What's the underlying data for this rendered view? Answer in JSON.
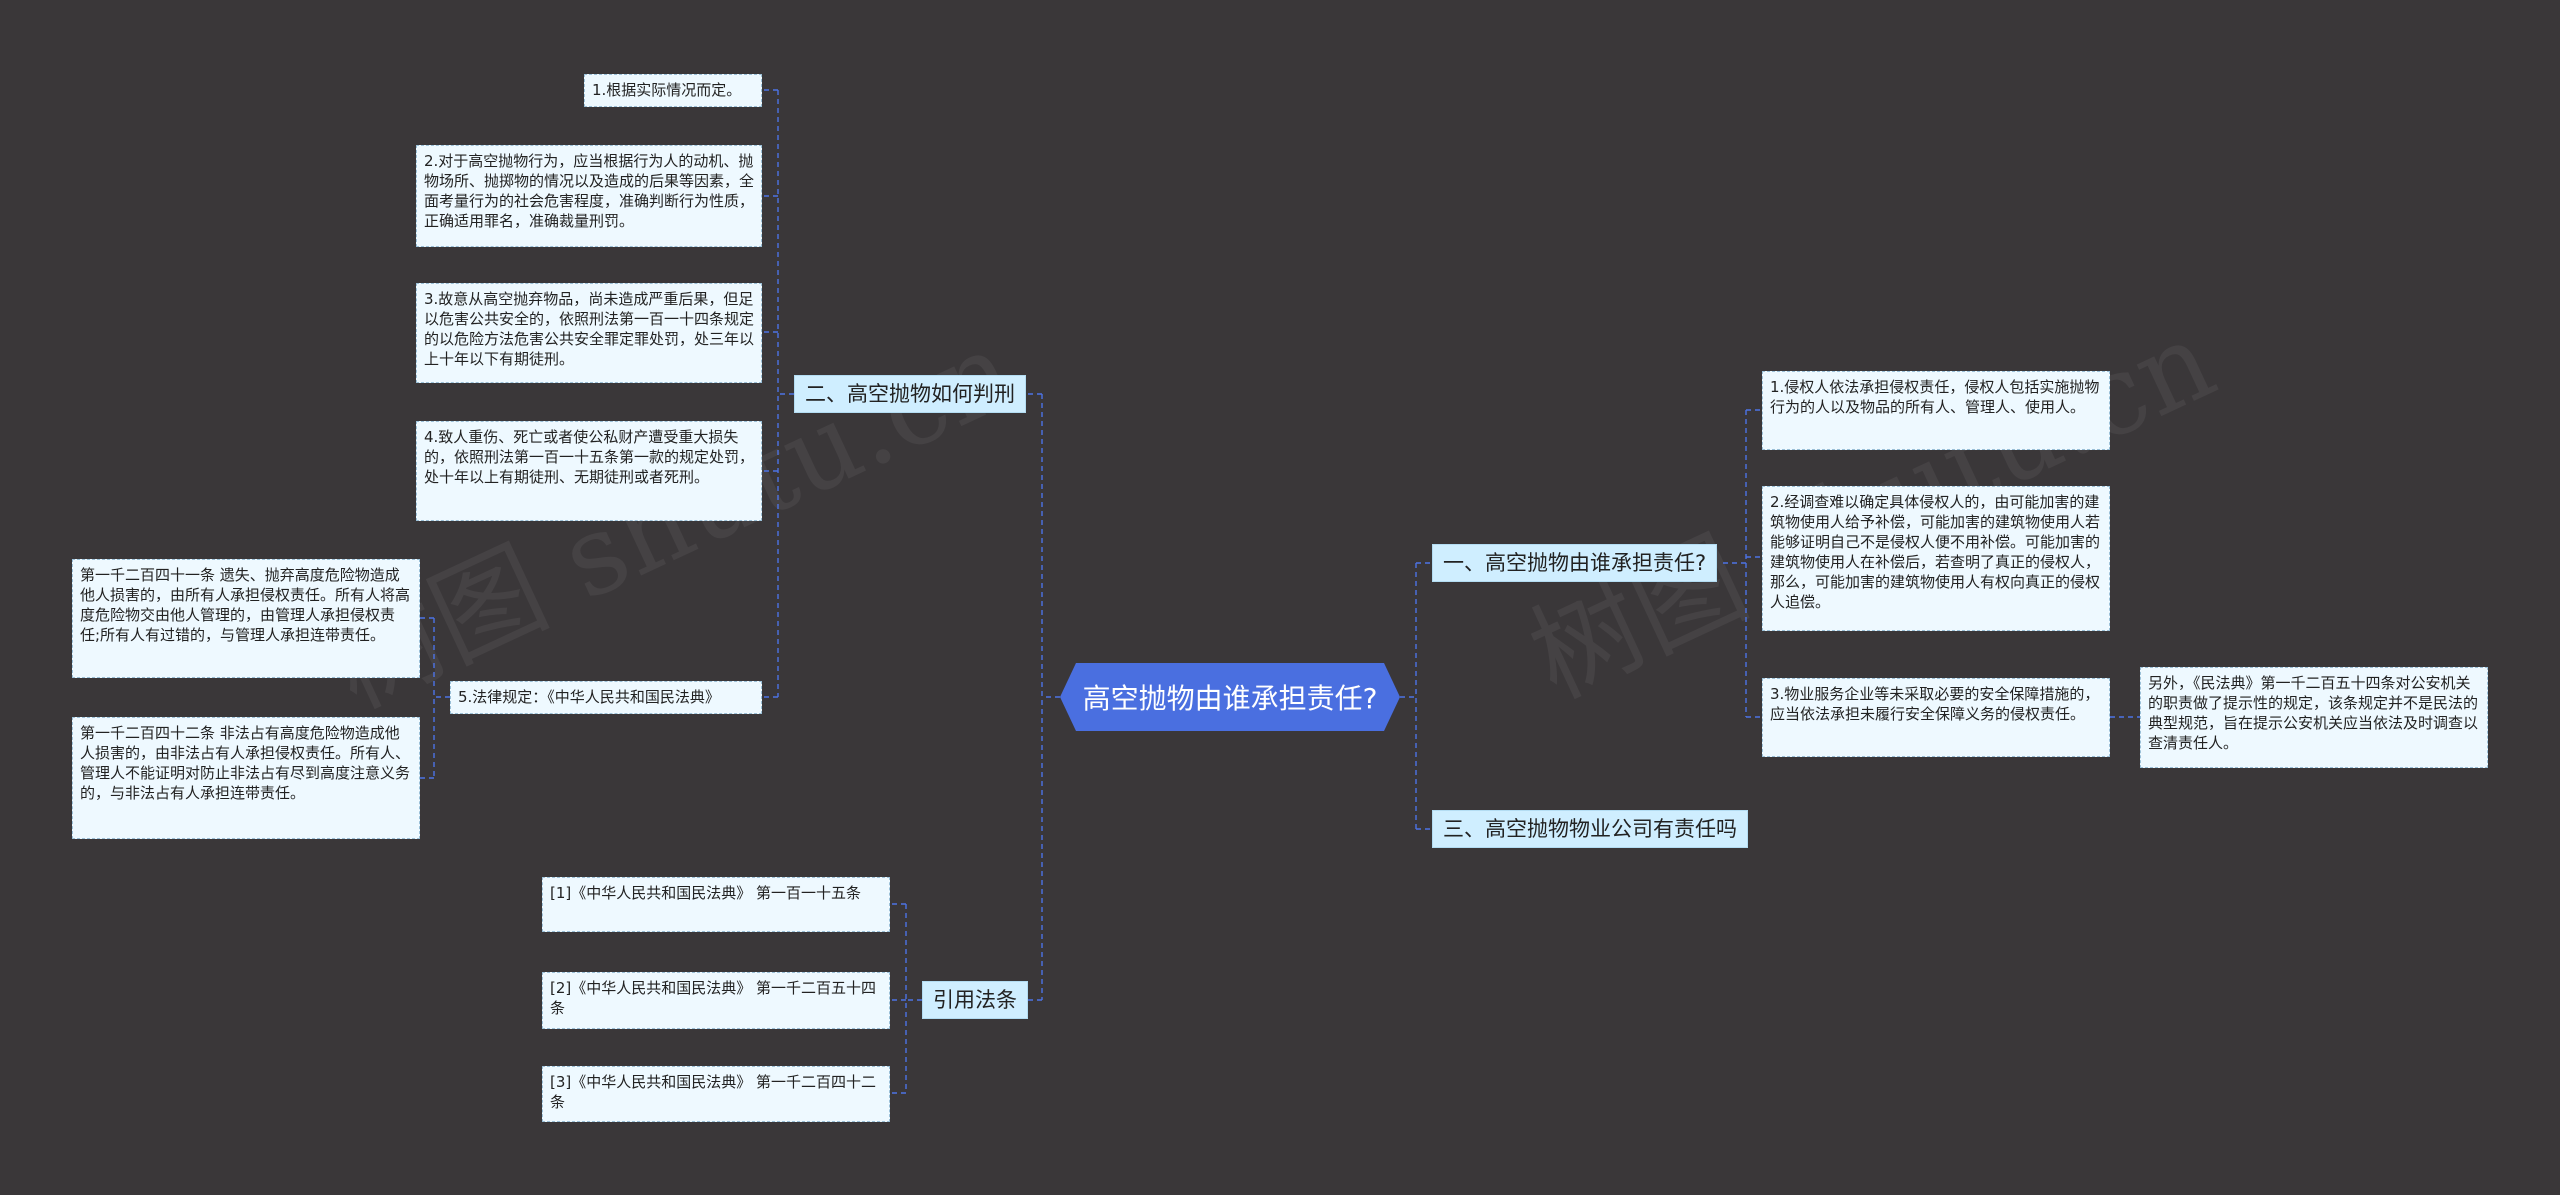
{
  "root": "高空抛物由谁承担责任?",
  "watermark": "树图 shutu.cn",
  "left_branches": {
    "b2": {
      "label": "二、高空抛物如何判刑",
      "items": [
        "1.根据实际情况而定。",
        "2.对于高空抛物行为，应当根据行为人的动机、抛物场所、抛掷物的情况以及造成的后果等因素，全面考量行为的社会危害程度，准确判断行为性质，正确适用罪名，准确裁量刑罚。",
        "3.故意从高空抛弃物品，尚未造成严重后果，但足以危害公共安全的，依照刑法第一百一十四条规定的以危险方法危害公共安全罪定罪处罚，处三年以上十年以下有期徒刑。",
        "4.致人重伤、死亡或者使公私财产遭受重大损失的，依照刑法第一百一十五条第一款的规定处罚，处十年以上有期徒刑、无期徒刑或者死刑。",
        "5.法律规定：《中华人民共和国民法典》"
      ],
      "law_children": [
        "第一千二百四十一条 遗失、抛弃高度危险物造成他人损害的，由所有人承担侵权责任。所有人将高度危险物交由他人管理的，由管理人承担侵权责任;所有人有过错的，与管理人承担连带责任。",
        "第一千二百四十二条 非法占有高度危险物造成他人损害的，由非法占有人承担侵权责任。所有人、管理人不能证明对防止非法占有尽到高度注意义务的，与非法占有人承担连带责任。"
      ]
    },
    "cite": {
      "label": "引用法条",
      "items": [
        "[1]《中华人民共和国民法典》 第一百一十五条",
        "[2]《中华人民共和国民法典》 第一千二百五十四条",
        "[3]《中华人民共和国民法典》 第一千二百四十二条"
      ]
    }
  },
  "right_branches": {
    "b1": {
      "label": "一、高空抛物由谁承担责任?",
      "items": [
        "1.侵权人依法承担侵权责任，侵权人包括实施抛物行为的人以及物品的所有人、管理人、使用人。",
        "2.经调查难以确定具体侵权人的，由可能加害的建筑物使用人给予补偿，可能加害的建筑物使用人若能够证明自己不是侵权人便不用补偿。可能加害的建筑物使用人在补偿后，若查明了真正的侵权人，那么，可能加害的建筑物使用人有权向真正的侵权人追偿。",
        "3.物业服务企业等未采取必要的安全保障措施的，应当依法承担未履行安全保障义务的侵权责任。"
      ],
      "item3_child": "另外，《民法典》第一千二百五十四条对公安机关的职责做了提示性的规定，该条规定并不是民法的典型规范，旨在提示公安机关应当依法及时调查以查清责任人。"
    },
    "b3": {
      "label": "三、高空抛物物业公司有责任吗"
    }
  },
  "colors": {
    "background": "#3a3739",
    "root_fill": "#4a6fe0",
    "branch_fill": "#cfeeff",
    "leaf_fill": "#eef9ff",
    "link": "#4c73e6"
  }
}
